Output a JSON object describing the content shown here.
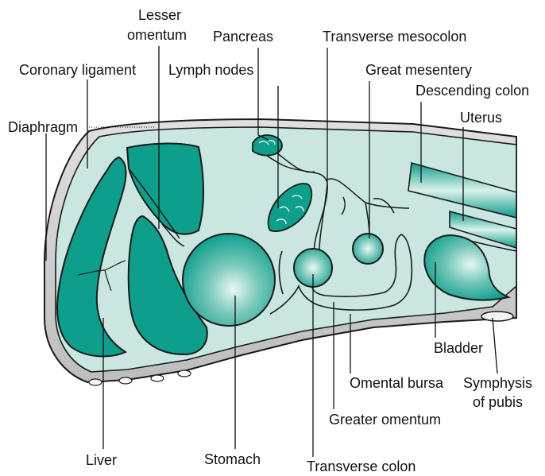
{
  "labels": {
    "lesser_omentum_1": "Lesser",
    "lesser_omentum_2": "omentum",
    "pancreas": "Pancreas",
    "transverse_mesocolon": "Transverse mesocolon",
    "coronary_ligament": "Coronary ligament",
    "lymph_nodes": "Lymph nodes",
    "great_mesentery": "Great mesentery",
    "descending_colon": "Descending colon",
    "diaphragm": "Diaphragm",
    "uterus": "Uterus",
    "bladder": "Bladder",
    "omental_bursa": "Omental bursa",
    "symphysis_1": "Symphysis",
    "symphysis_2": "of pubis",
    "greater_omentum": "Greater omentum",
    "liver": "Liver",
    "stomach": "Stomach",
    "transverse_colon": "Transverse colon"
  },
  "colors": {
    "cavity_fill": "#c9e7e0",
    "organ_fill": "#0e9e8c",
    "organ_highlight": "#e6f6f2",
    "wall_fill": "#d4d4d4",
    "outline": "#1a1a1a"
  }
}
